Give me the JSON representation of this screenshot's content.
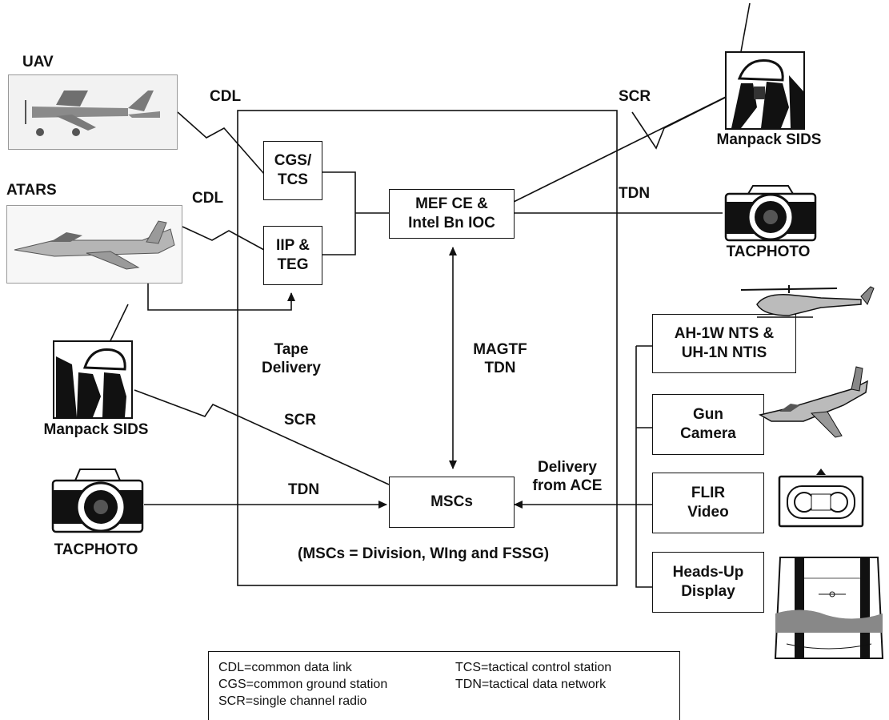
{
  "sources": {
    "uav": "UAV",
    "atars": "ATARS",
    "manpack_top": "Manpack SIDS",
    "manpack_left": "Manpack SIDS",
    "tacphoto_top": "TACPHOTO",
    "tacphoto_left": "TACPHOTO"
  },
  "boxes": {
    "cgs_tcs": "CGS/\nTCS",
    "iip_teg": "IIP &\nTEG",
    "mef_ce": "MEF CE &\nIntel Bn IOC",
    "mscs": "MSCs",
    "ah1w": "AH-1W NTS &\nUH-1N NTIS",
    "gun_camera": "Gun\nCamera",
    "flir_video": "FLIR\nVideo",
    "heads_up": "Heads-Up\nDisplay"
  },
  "links": {
    "cdl_uav": "CDL",
    "cdl_atars": "CDL",
    "scr_top": "SCR",
    "tdn_top": "TDN",
    "tape_delivery": "Tape\nDelivery",
    "magtf_tdn": "MAGTF\nTDN",
    "scr_left": "SCR",
    "tdn_left": "TDN",
    "delivery_ace": "Delivery\nfrom ACE"
  },
  "mscs_note": "(MSCs = Division, WIng and FSSG)",
  "legend": {
    "col1": [
      "CDL=common data link",
      "CGS=common ground station",
      "SCR=single channel radio"
    ],
    "col2": [
      "TCS=tactical control station",
      "TDN=tactical data network"
    ]
  },
  "colors": {
    "line": "#111111",
    "background": "#ffffff",
    "photo_gray": "#8a8a8a"
  }
}
